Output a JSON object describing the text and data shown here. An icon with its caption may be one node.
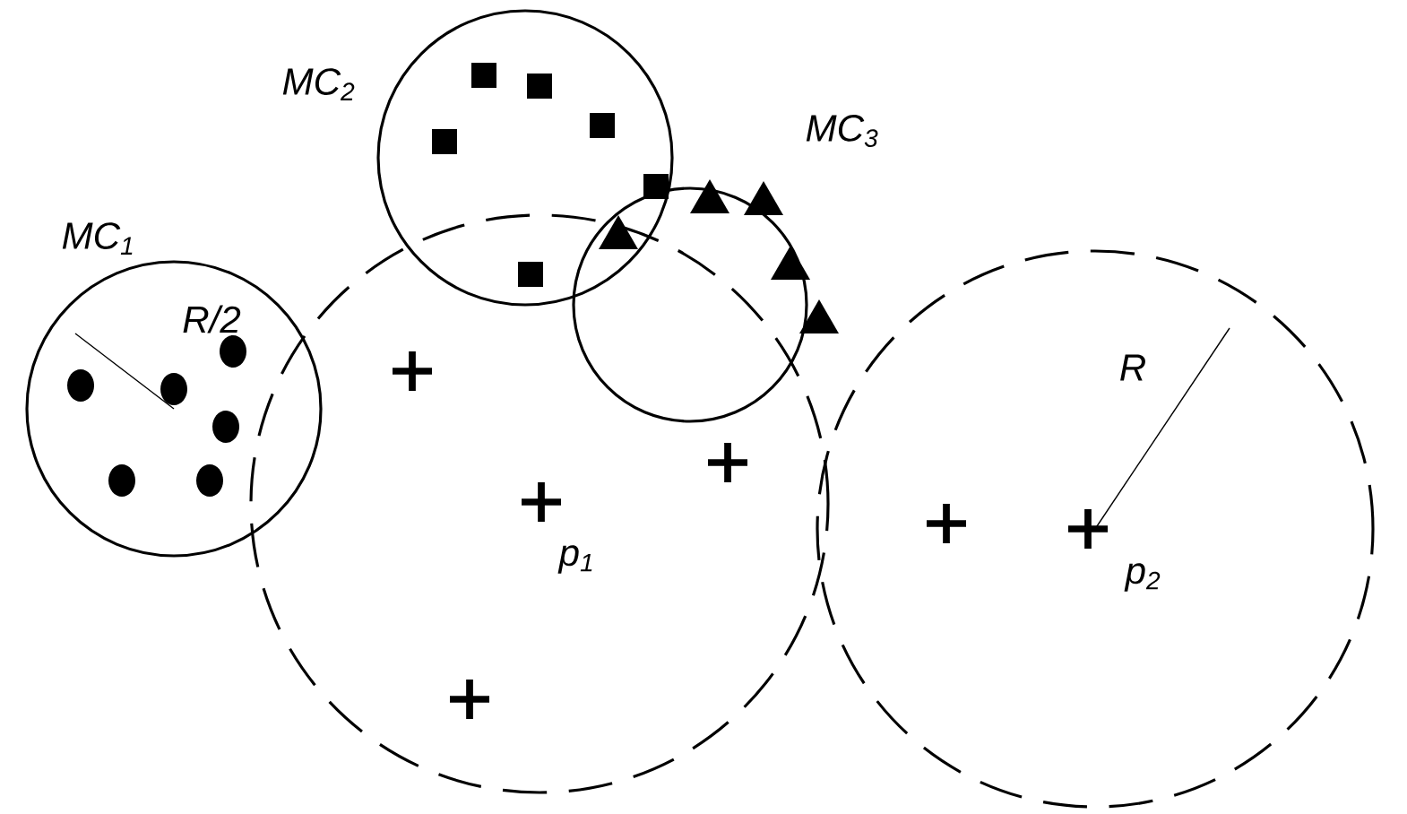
{
  "diagram": {
    "nodes": [
      {
        "text": [
          "MC$_{1}$"
        ]
      },
      {
        "text": [
          "MC$_{2}$"
        ]
      },
      {
        "text": [
          "MC$_{3}$"
        ]
      },
      {
        "text": [],
        "shape": "circle"
      },
      {
        "text": [],
        "shape": "circle"
      }
    ],
    "labels": [
      "R/2",
      "p$_{1}$",
      "R",
      "p$_{2}$"
    ]
  }
}
